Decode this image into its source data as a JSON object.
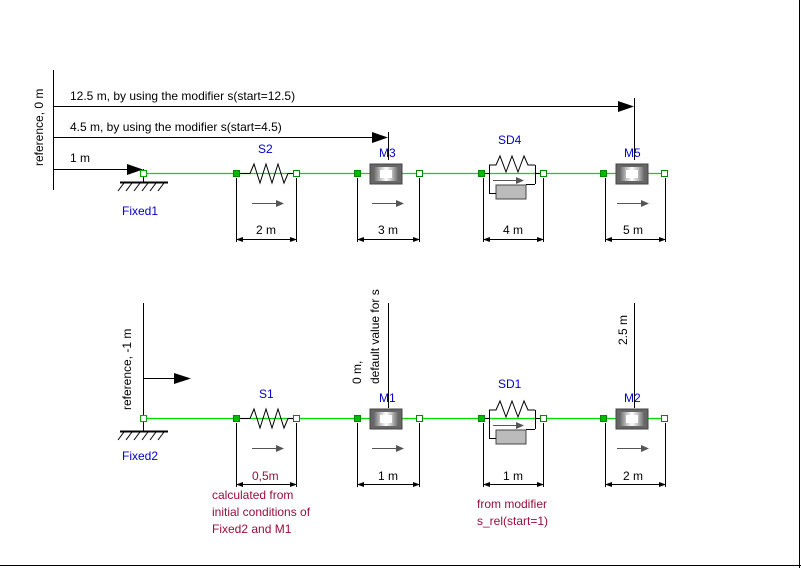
{
  "colors": {
    "connection": "#00dd00",
    "component_label": "#0000cc",
    "annotation": "#9b0d3a",
    "line": "#000000",
    "frame": "#000000"
  },
  "top_row": {
    "reference_label": "reference, 0 m",
    "arrows": [
      {
        "label": "12.5 m, by using the modifier s(start=12.5)"
      },
      {
        "label": "4.5 m, by using the modifier s(start=4.5)"
      },
      {
        "label": "1 m"
      }
    ],
    "fixed": {
      "name": "Fixed1",
      "icon": "ground-hatch-icon"
    },
    "components": [
      {
        "name": "S2",
        "kind": "spring",
        "dimension": "2 m"
      },
      {
        "name": "M3",
        "kind": "mass",
        "dimension": "3 m"
      },
      {
        "name": "SD4",
        "kind": "spring-damper",
        "dimension": "4 m"
      },
      {
        "name": "M5",
        "kind": "mass",
        "dimension": "5 m"
      }
    ]
  },
  "bottom_row": {
    "reference_label": "reference, -1 m",
    "fixed": {
      "name": "Fixed2",
      "icon": "ground-hatch-icon"
    },
    "vertical_labels": {
      "m1_line1": "0 m,",
      "m1_line2": "default value for s",
      "m2": "2.5 m"
    },
    "components": [
      {
        "name": "S1",
        "kind": "spring",
        "dimension": "0,5m"
      },
      {
        "name": "M1",
        "kind": "mass",
        "dimension": "1 m"
      },
      {
        "name": "SD1",
        "kind": "spring-damper",
        "dimension": "1 m"
      },
      {
        "name": "M2",
        "kind": "mass",
        "dimension": "2 m"
      }
    ],
    "notes": {
      "s1": [
        "calculated from",
        "initial conditions of",
        "Fixed2 and M1"
      ],
      "sd1": [
        "from modifier",
        "s_rel(start=1)"
      ]
    }
  }
}
